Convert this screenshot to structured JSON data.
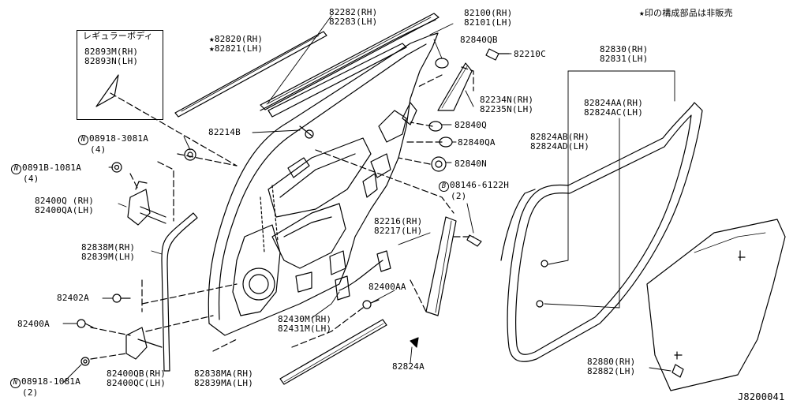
{
  "diagram_code": "J8200041",
  "legend_note": "★印の構成部品は非販売",
  "box_label": "レギュラーボディ",
  "parts": {
    "p82893": [
      "82893M(RH)",
      "82893N(LH)"
    ],
    "p82820": [
      "★82820(RH)",
      "★82821(LH)"
    ],
    "p82282": [
      "82282(RH)",
      "82283(LH)"
    ],
    "p82100": [
      "82100(RH)",
      "82101(LH)"
    ],
    "p82840QB": "82840QB",
    "p82210C": "82210C",
    "p82234N": [
      "82234N(RH)",
      "82235N(LH)"
    ],
    "p82214B": "82214B",
    "p82840Q": "82840Q",
    "p82840QA": "82840QA",
    "p82840N": "82840N",
    "p08918_3081A": [
      "08918-3081A",
      "(4)"
    ],
    "p0891B_1081A": [
      "0891B-1081A",
      "(4)"
    ],
    "p82400Q": [
      "82400Q (RH)",
      "82400QA(LH)"
    ],
    "p82838M": [
      "82838M(RH)",
      "82839M(LH)"
    ],
    "p82402A": "82402A",
    "p82400A": "82400A",
    "p08918_1081A": [
      "08918-1081A",
      "(2)"
    ],
    "p82400QB": [
      "82400QB(RH)",
      "82400QC(LH)"
    ],
    "p82838MA": [
      "82838MA(RH)",
      "82839MA(LH)"
    ],
    "p82430M": [
      "82430M(RH)",
      "82431M(LH)"
    ],
    "p82400AA": "82400AA",
    "p82824A": "82824A",
    "p08146_6122H": [
      "08146-6122H",
      "(2)"
    ],
    "p82216": [
      "82216(RH)",
      "82217(LH)"
    ],
    "p82830": [
      "82830(RH)",
      "82831(LH)"
    ],
    "p82824AA": [
      "82824AA(RH)",
      "82824AC(LH)"
    ],
    "p82824AB": [
      "82824AB(RH)",
      "82824AD(LH)"
    ],
    "p82880": [
      "82880(RH)",
      "82882(LH)"
    ]
  },
  "markers": {
    "n": "N",
    "b": "B"
  }
}
